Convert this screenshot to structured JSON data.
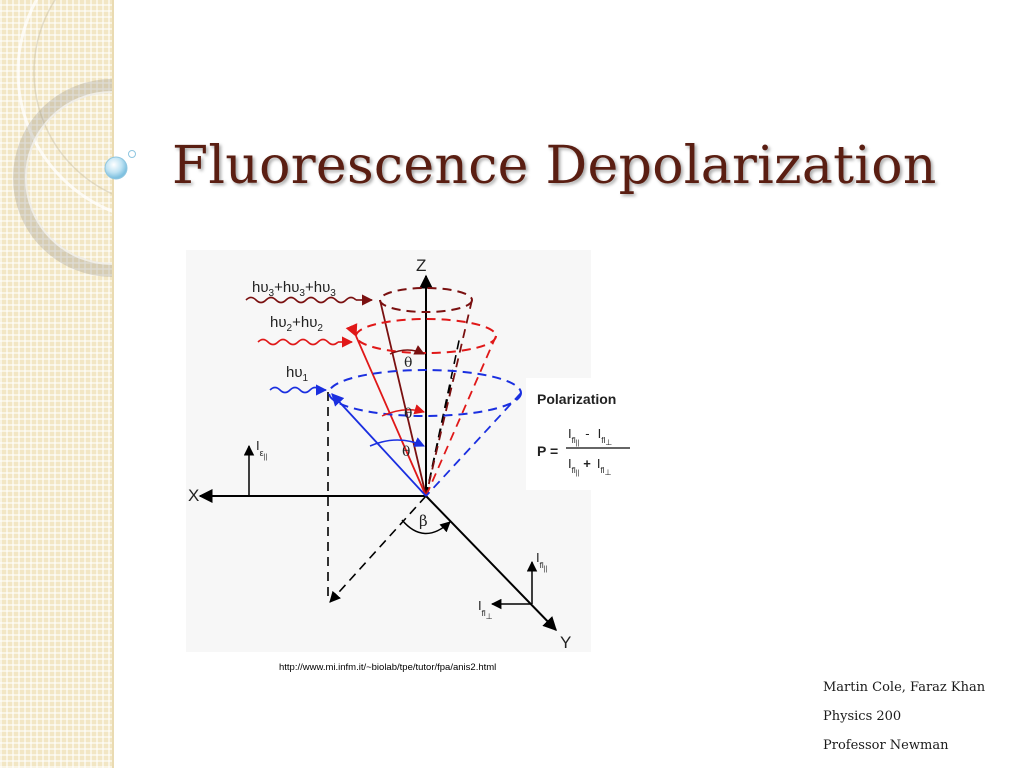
{
  "slide": {
    "title": "Fluorescence Depolarization",
    "source_url": "http://www.mi.infm.it/~biolab/tpe/tutor/fpa/anis2.html",
    "credits": [
      "Martin Cole, Faraz Khan",
      "Physics 200",
      "Professor Newman"
    ]
  },
  "figure": {
    "axes": {
      "z": "Z",
      "x": "X",
      "y": "Y"
    },
    "photons": {
      "p3": {
        "main": "hυ",
        "sub": "3",
        "joiner": "+hυ"
      },
      "p2": {
        "main": "hυ",
        "sub": "2",
        "joiner": "+hυ"
      },
      "p1": {
        "main": "hυ",
        "sub": "1"
      }
    },
    "angles": {
      "theta": "θ",
      "beta": "β"
    },
    "intensities": {
      "I": "I",
      "eps": "ε",
      "fl": "fl",
      "par": "||",
      "perp": "⊥"
    },
    "polarization": {
      "heading": "Polarization",
      "p": "P =",
      "minus": "-",
      "plus": "+"
    }
  },
  "colors": {
    "title": "#5a1e12",
    "cone_top": "#7a1010",
    "cone_mid": "#e01818",
    "cone_low": "#1a2fe0"
  }
}
